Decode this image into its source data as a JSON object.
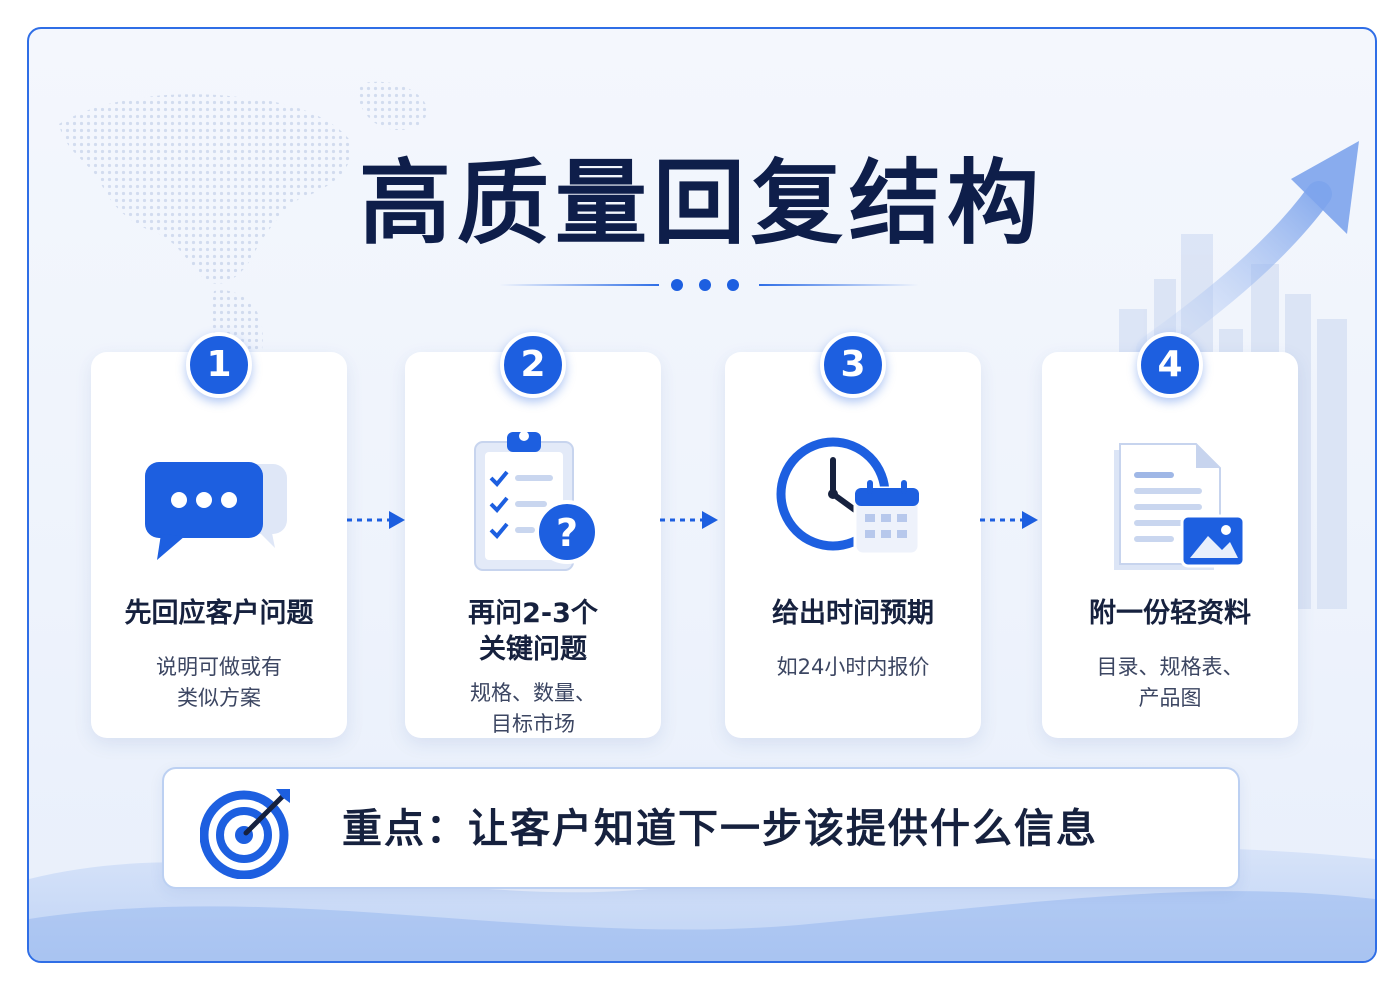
{
  "title": "高质量回复结构",
  "colors": {
    "accent": "#1d5fe0",
    "title": "#0e1e4a",
    "frame": "#2f6ee6"
  },
  "steps": [
    {
      "number": "1",
      "title_lines": [
        "先回应客户问题"
      ],
      "desc_lines": [
        "说明可做或有",
        "类似方案"
      ],
      "icon": "chat-bubble-icon"
    },
    {
      "number": "2",
      "title_lines": [
        "再问2-3个",
        "关键问题"
      ],
      "desc_lines": [
        "规格、数量、",
        "目标市场"
      ],
      "icon": "clipboard-question-icon"
    },
    {
      "number": "3",
      "title_lines": [
        "给出时间预期"
      ],
      "desc_lines": [
        "如24小时内报价"
      ],
      "icon": "clock-calendar-icon"
    },
    {
      "number": "4",
      "title_lines": [
        "附一份轻资料"
      ],
      "desc_lines": [
        "目录、规格表、",
        "产品图"
      ],
      "icon": "document-image-icon"
    }
  ],
  "key_point": {
    "text": "重点：让客户知道下一步该提供什么信息",
    "icon": "target-icon"
  }
}
